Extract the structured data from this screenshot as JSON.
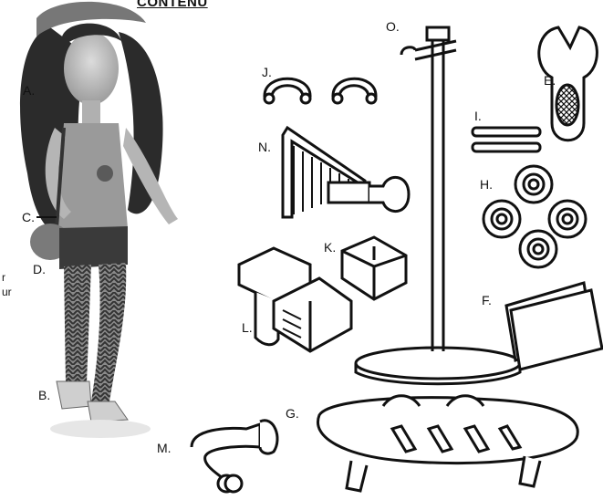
{
  "title": "CONTENU",
  "side_text": [
    "r",
    "ur"
  ],
  "labels": {
    "A": "A.",
    "B": "B.",
    "C": "C.",
    "D": "D.",
    "E": "E.",
    "F": "F.",
    "G": "G.",
    "H": "H.",
    "I": "I.",
    "J": "J.",
    "K": "K.",
    "L": "L.",
    "M": "M.",
    "N": "N.",
    "O": "O."
  },
  "items": [
    {
      "key": "A",
      "icon": "doll-figure-icon"
    },
    {
      "key": "B",
      "icon": "sneakers-icon"
    },
    {
      "key": "C",
      "icon": "charm-icon"
    },
    {
      "key": "D",
      "icon": "shoulder-bag-icon"
    },
    {
      "key": "E",
      "icon": "wrench-tool-icon"
    },
    {
      "key": "F",
      "icon": "booklet-icon"
    },
    {
      "key": "G",
      "icon": "skateboard-icon"
    },
    {
      "key": "H",
      "icon": "wheels-icon"
    },
    {
      "key": "I",
      "icon": "axle-pins-icon"
    },
    {
      "key": "J",
      "icon": "clips-icon"
    },
    {
      "key": "K",
      "icon": "block-piece-icon"
    },
    {
      "key": "L",
      "icon": "ramp-piece-icon"
    },
    {
      "key": "M",
      "icon": "rope-icon"
    },
    {
      "key": "N",
      "icon": "skate-rail-icon"
    },
    {
      "key": "O",
      "icon": "doll-stand-icon"
    }
  ]
}
